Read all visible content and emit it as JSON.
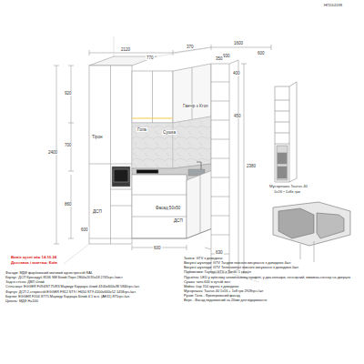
{
  "diagram": {
    "labels": [
      "НП244198",
      "2120",
      "770",
      "370",
      "930",
      "1600",
      "350",
      "600",
      "920",
      "700",
      "2400",
      "860",
      "600",
      "400",
      "450",
      "2380",
      "630",
      "600",
      "Тірон",
      "Гола",
      "Сушка",
      "Ганчір з Ктоп",
      "ДСП",
      "ДСП",
      "Фасад 50х50",
      "Мусорешка Taurus 40",
      "1х16 • 1х8з гри",
      "Вивіз кухні між 14.10.24",
      "Доставка і монтаж: Київ",
      "Фасади: МДФ фарбований матовий одностронній RAL",
      "Корпус: ДСП Кронодуб 8136 SM Білий Перл 2800х2070х18 2745грн./лист",
      "Задня стінка: ДВП білий",
      "Стільниця: EGGER F094/ST75/R3 Мармур Каррара білий 4100х600х38 5840грн./шт.",
      "Фартух: ДСП 2-сторонній EGGER F812 ST9 / Н050 ST9 4100х640х12 1458грн./шт.",
      "Бортик: EGGER F204 ST75 Мармур Каррара Білий 4.1 м.п. (АЕ11) 875грн./шт.",
      "Цоколь: МДФ Н=100",
      "Завіси: GTV з доводкою",
      "Висувні шухляди: GTV Тандем повного висування з доводкою 4шт.",
      "Висувні шухляди: GTV Телескопічні повного висування з доводкою 0шт.",
      "Підйомники: Гаутері GTV з Тіп-он 1 секція",
      "Підсвітка: LED у врізному алюмінієвому профілі, у два кольори, сенсорний, вимикач-сенсор на дверцях",
      "Сушка: гола 600 в кутній зоні",
      "Мийка: бар 150 кругла з доводкою",
      "Мусорешка: Taurus 40 1х16 + 1х8 гри 2928грн./шт",
      "Ручки: Гола - Фрезерований фасад",
      "Верх - Фасад подовжений на 20мм для відкривання"
    ]
  }
}
